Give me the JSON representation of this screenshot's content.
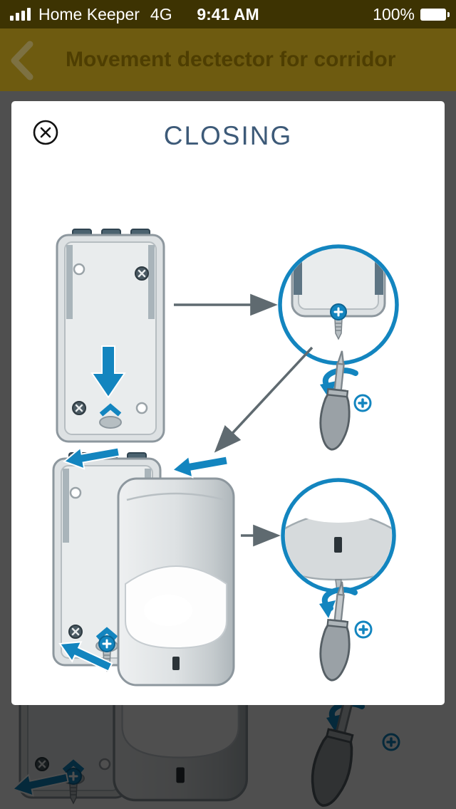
{
  "status_bar": {
    "carrier": "Home Keeper",
    "network": "4G",
    "time": "9:41 AM",
    "battery_percent": "100%",
    "signal_bars": 4
  },
  "nav_bar": {
    "title": "Movement dectector for corridor"
  },
  "modal": {
    "title": "CLOSING",
    "close_icon": "circle-x"
  },
  "colors": {
    "status_bar_bg": "#3d3302",
    "nav_bar_bg": "#6e5b10",
    "nav_title": "#4e3e02",
    "back_chevron": "#7d7142",
    "backdrop": "#4f4f4f",
    "modal_bg": "#ffffff",
    "modal_title": "#3d5a78",
    "accent_blue": "#1385bf",
    "diagram_gray": "#8d979e",
    "dark_slate": "#4b626f",
    "arrow_gray": "#5f6a70"
  }
}
